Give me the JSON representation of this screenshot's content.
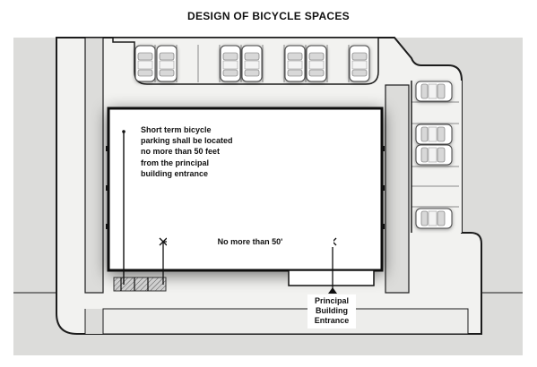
{
  "title": "DESIGN OF BICYCLE SPACES",
  "labels": {
    "bike_note": "Short term bicycle parking shall be located no more than 50 feet from the principal building entrance",
    "distance": "No more than 50'",
    "entrance": "Principal Building Entrance"
  },
  "icons": [
    "car-icon",
    "bicycle-rack-icon",
    "arrow-up-icon"
  ],
  "colors": {
    "ground": "#dcdcda",
    "pavement": "#f2f2f0",
    "building_fill": "#ffffff",
    "building_edge": "#111111",
    "curb": "#1c1c1c",
    "car": "#ffffff"
  }
}
